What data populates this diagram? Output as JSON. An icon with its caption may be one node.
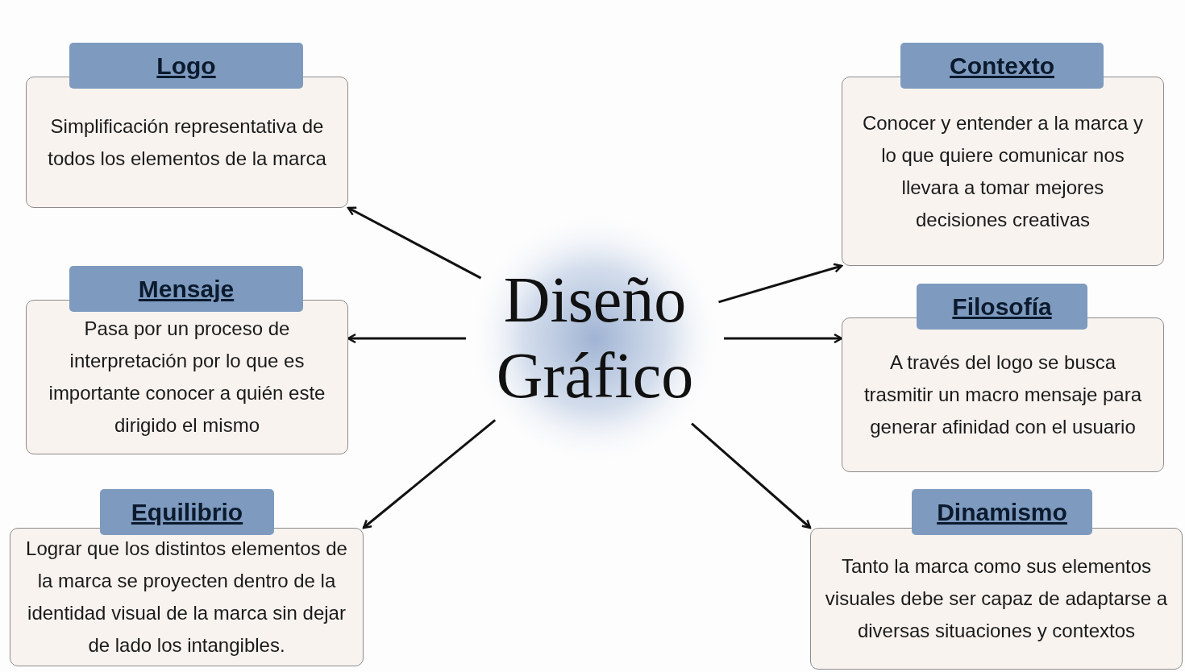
{
  "diagram": {
    "nodes": [
      {
        "text": [
          "Diseño Gráfico"
        ]
      },
      {
        "text": [
          "Logo",
          "Simplificación representativa de todos los elementos de la marca"
        ]
      },
      {
        "text": [
          "Contexto",
          "Conocer y entender a la marca y lo que quiere comunicar nos llevara a tomar mejores decisiones creativas"
        ]
      },
      {
        "text": [
          "Mensaje",
          "Pasa por un proceso de interpretación por lo que es importante conocer a quién este dirigido el mismo"
        ]
      },
      {
        "text": [
          "Filosofía",
          "A través del logo se busca trasmitir un macro mensaje para generar afinidad con el usuario"
        ]
      },
      {
        "text": [
          "Equilibrio",
          "Lograr que los distintos elementos de la marca se proyecten dentro de la identidad visual de la marca sin dejar de lado los intangibles."
        ]
      },
      {
        "text": [
          "Dinamismo",
          "Tanto la marca como sus elementos visuales debe ser capaz de adaptarse a diversas situaciones y contextos"
        ]
      }
    ],
    "edges": [
      {
        "from": 0,
        "to": 1,
        "arrow": "to"
      },
      {
        "from": 0,
        "to": 2,
        "arrow": "to"
      },
      {
        "from": 0,
        "to": 3,
        "arrow": "to"
      },
      {
        "from": 0,
        "to": 4,
        "arrow": "to"
      },
      {
        "from": 0,
        "to": 5,
        "arrow": "to"
      },
      {
        "from": 0,
        "to": 6,
        "arrow": "to"
      }
    ]
  }
}
